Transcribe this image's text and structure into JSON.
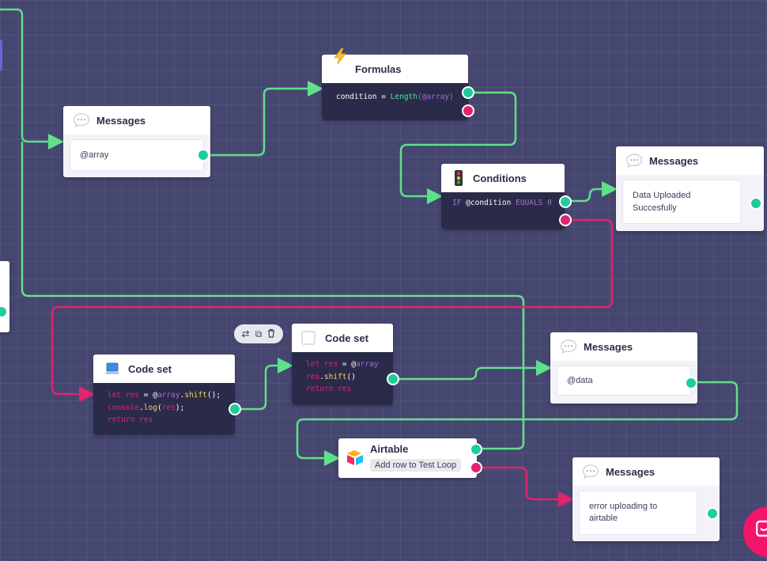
{
  "nodes": {
    "messages_array": {
      "title": "Messages",
      "body": "@array"
    },
    "formulas": {
      "title": "Formulas",
      "code": {
        "var": "condition",
        "op": " = ",
        "fn": "Length",
        "open": "(",
        "arg": "@array",
        "close": ")"
      }
    },
    "conditions": {
      "title": "Conditions",
      "code": {
        "kw1": "IF",
        "var": " @condition ",
        "kw2": "EQUALS",
        "val": " 0"
      }
    },
    "messages_success": {
      "title": "Messages",
      "body": "Data Uploaded Succesfully"
    },
    "code_set_1": {
      "title": "Code set",
      "lines": {
        "l1_kw": "let",
        "l1_var": " res",
        "l1_op": " = @",
        "l1_arg": "array",
        "l1_dot": ".",
        "l1_fn": "shift",
        "l1_end": "();",
        "l2_obj": "console",
        "l2_dot": ".",
        "l2_fn": "log",
        "l2_open": "(",
        "l2_arg": "res",
        "l2_end": ");",
        "l3_kw": "return",
        "l3_var": " res"
      }
    },
    "code_set_2": {
      "title": "Code set",
      "lines": {
        "l1_kw": "let",
        "l1_var": " res",
        "l1_op": " = @",
        "l1_arg": "array",
        "l2_var": "res",
        "l2_dot": ".",
        "l2_fn": "shift",
        "l2_end": "()",
        "l3_kw": "return",
        "l3_var": " res"
      }
    },
    "messages_data": {
      "title": "Messages",
      "body": "@data"
    },
    "airtable": {
      "title": "Airtable",
      "tag": "Add row to Test Loop"
    },
    "messages_error": {
      "title": "Messages",
      "body": "error uploading to airtable"
    }
  },
  "toolbar": {
    "swap_icon": "⇄",
    "copy_icon": "⧉",
    "delete_icon": "🗑"
  },
  "icons": {
    "chat": "chat-bubble-icon",
    "bolt": "lightning-icon",
    "traffic": "traffic-light-icon",
    "laptop": "laptop-icon",
    "blank": "blank-square-icon",
    "airtable": "airtable-logo-icon",
    "help": "chat-widget-icon"
  },
  "colors": {
    "wire_green": "#5fe08b",
    "wire_pink": "#e0246d",
    "port_green": "#1fcc9b",
    "port_pink": "#e0246d",
    "canvas": "#454770"
  }
}
